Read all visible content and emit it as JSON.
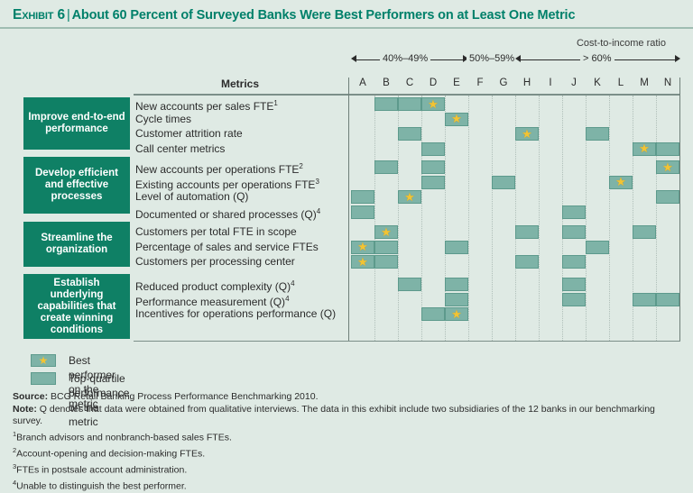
{
  "title": {
    "exhibit_label": "Exhibit 6",
    "separator": "|",
    "headline": "About 60 Percent of Surveyed Banks Were Best Performers on at Least One Metric"
  },
  "header": {
    "cost_to_income_label": "Cost-to-income ratio",
    "metrics_column_header": "Metrics",
    "brackets": [
      {
        "label": "40%–49%",
        "left_arrow": true,
        "right_arrow": true
      },
      {
        "label": "50%–59%",
        "left_arrow": false,
        "right_arrow": false
      },
      {
        "label": "> 60%",
        "left_arrow": true,
        "right_arrow": true
      }
    ],
    "columns": [
      "A",
      "B",
      "C",
      "D",
      "E",
      "F",
      "G",
      "H",
      "I",
      "J",
      "K",
      "L",
      "M",
      "N"
    ]
  },
  "categories": [
    {
      "label": "Improve end-to-end performance"
    },
    {
      "label": "Develop efficient and effective processes"
    },
    {
      "label": "Streamline the organization"
    },
    {
      "label": "Establish underlying capabilities that create winning conditions"
    }
  ],
  "rows": [
    {
      "metric": "New accounts per sales FTE",
      "sup": "1",
      "filled": [
        "B",
        "C",
        "D"
      ],
      "best": [
        "D"
      ]
    },
    {
      "metric": "Cycle times",
      "sup": "",
      "filled": [
        "E"
      ],
      "best": [
        "E"
      ]
    },
    {
      "metric": "Customer attrition rate",
      "sup": "",
      "filled": [
        "C",
        "H",
        "K"
      ],
      "best": [
        "H"
      ]
    },
    {
      "metric": "Call center metrics",
      "sup": "",
      "filled": [
        "D",
        "M",
        "N"
      ],
      "best": [
        "M"
      ]
    },
    {
      "metric": "New accounts per operations FTE",
      "sup": "2",
      "filled": [
        "B",
        "D",
        "N"
      ],
      "best": [
        "N"
      ]
    },
    {
      "metric": "Existing accounts per operations FTE",
      "sup": "3",
      "filled": [
        "D",
        "G",
        "L"
      ],
      "best": [
        "L"
      ]
    },
    {
      "metric": "Level of automation (Q)",
      "sup": "",
      "filled": [
        "A",
        "C",
        "N"
      ],
      "best": [
        "C"
      ]
    },
    {
      "metric": "Documented or shared processes (Q)",
      "sup": "4",
      "filled": [
        "A",
        "J"
      ],
      "best": []
    },
    {
      "metric": "Customers per total FTE in scope",
      "sup": "",
      "filled": [
        "B",
        "H",
        "J",
        "M"
      ],
      "best": [
        "B"
      ]
    },
    {
      "metric": "Percentage of sales and service FTEs",
      "sup": "",
      "filled": [
        "A",
        "B",
        "E",
        "K"
      ],
      "best": [
        "A"
      ]
    },
    {
      "metric": "Customers per processing center",
      "sup": "",
      "filled": [
        "A",
        "B",
        "H",
        "J"
      ],
      "best": [
        "A"
      ]
    },
    {
      "metric": "Reduced product complexity (Q)",
      "sup": "4",
      "filled": [
        "C",
        "E",
        "J"
      ],
      "best": []
    },
    {
      "metric": "Performance measurement (Q)",
      "sup": "4",
      "filled": [
        "E",
        "J",
        "M",
        "N"
      ],
      "best": []
    },
    {
      "metric": "Incentives for operations performance (Q)",
      "sup": "",
      "filled": [
        "D",
        "E"
      ],
      "best": [
        "E"
      ]
    }
  ],
  "legend": [
    {
      "icon": "star-icon",
      "text": "Best performer on the metric"
    },
    {
      "icon": "square-icon",
      "text": "Top-quartile performance on the metric"
    }
  ],
  "footnotes": {
    "source_label": "Source:",
    "source_text": "BCG Retail Banking Process Performance Benchmarking 2010.",
    "note_label": "Note:",
    "note_text": "Q denotes that data were obtained from qualitative interviews. The data in this exhibit include two subsidiaries of the 12 banks in our benchmarking survey.",
    "items": [
      {
        "marker": "1",
        "text": "Branch advisors and nonbranch-based sales FTEs."
      },
      {
        "marker": "2",
        "text": "Account-opening and decision-making FTEs."
      },
      {
        "marker": "3",
        "text": "FTEs in postsale account administration."
      },
      {
        "marker": "4",
        "text": "Unable to distinguish the best performer."
      }
    ]
  },
  "colors": {
    "background": "#dfeae4",
    "brand_green": "#00806a",
    "category_box": "#0f8065",
    "cell_fill": "#7eb3a7",
    "star": "#f2c434"
  }
}
